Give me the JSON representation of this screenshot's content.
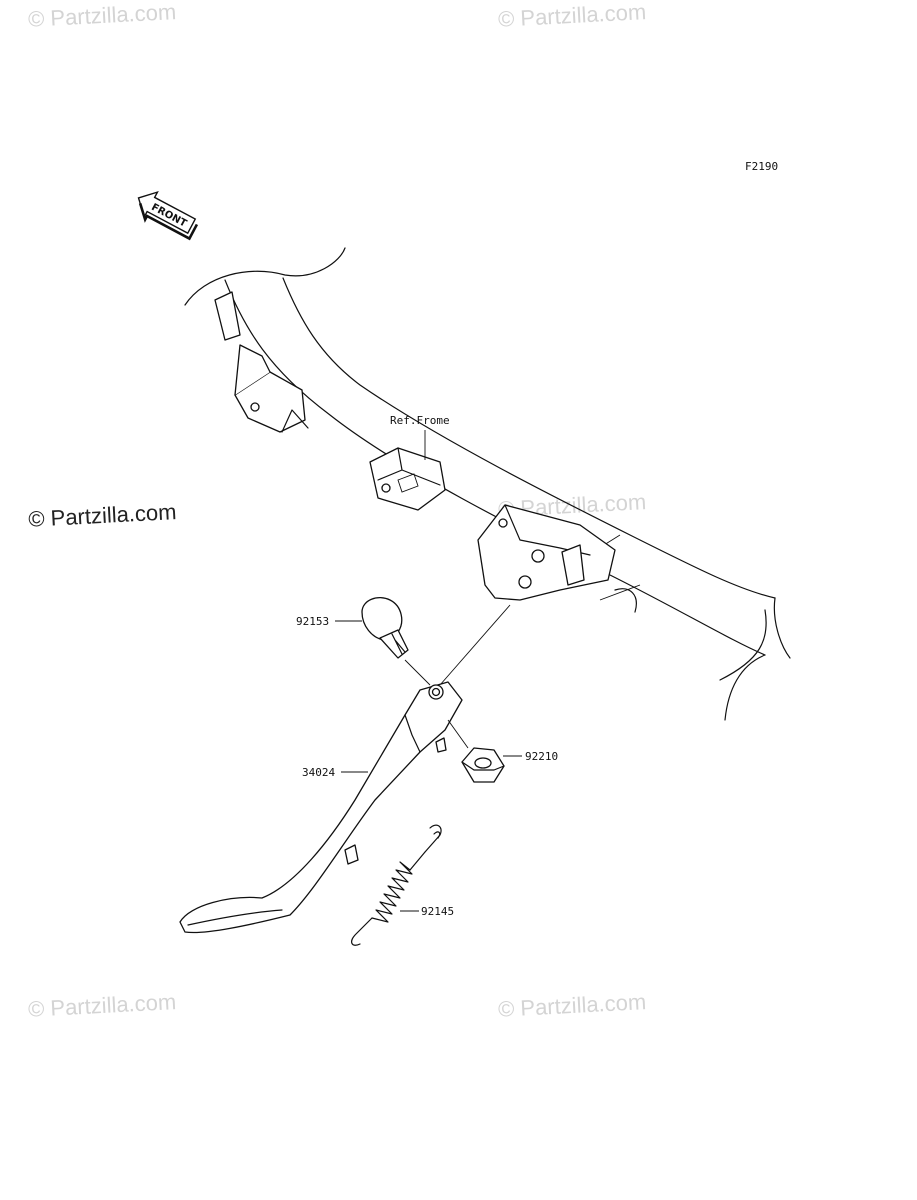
{
  "figure_code": "F2190",
  "front_marker": "FRONT",
  "reference_label": "Ref.Frome",
  "parts": [
    {
      "number": "92153"
    },
    {
      "number": "34024"
    },
    {
      "number": "92210"
    },
    {
      "number": "92145"
    }
  ],
  "watermark": {
    "text": "© Partzilla.com",
    "main_text": "© Partzilla.com"
  },
  "colors": {
    "line": "#111111",
    "watermark": "#d4d4d4",
    "background": "#ffffff"
  }
}
